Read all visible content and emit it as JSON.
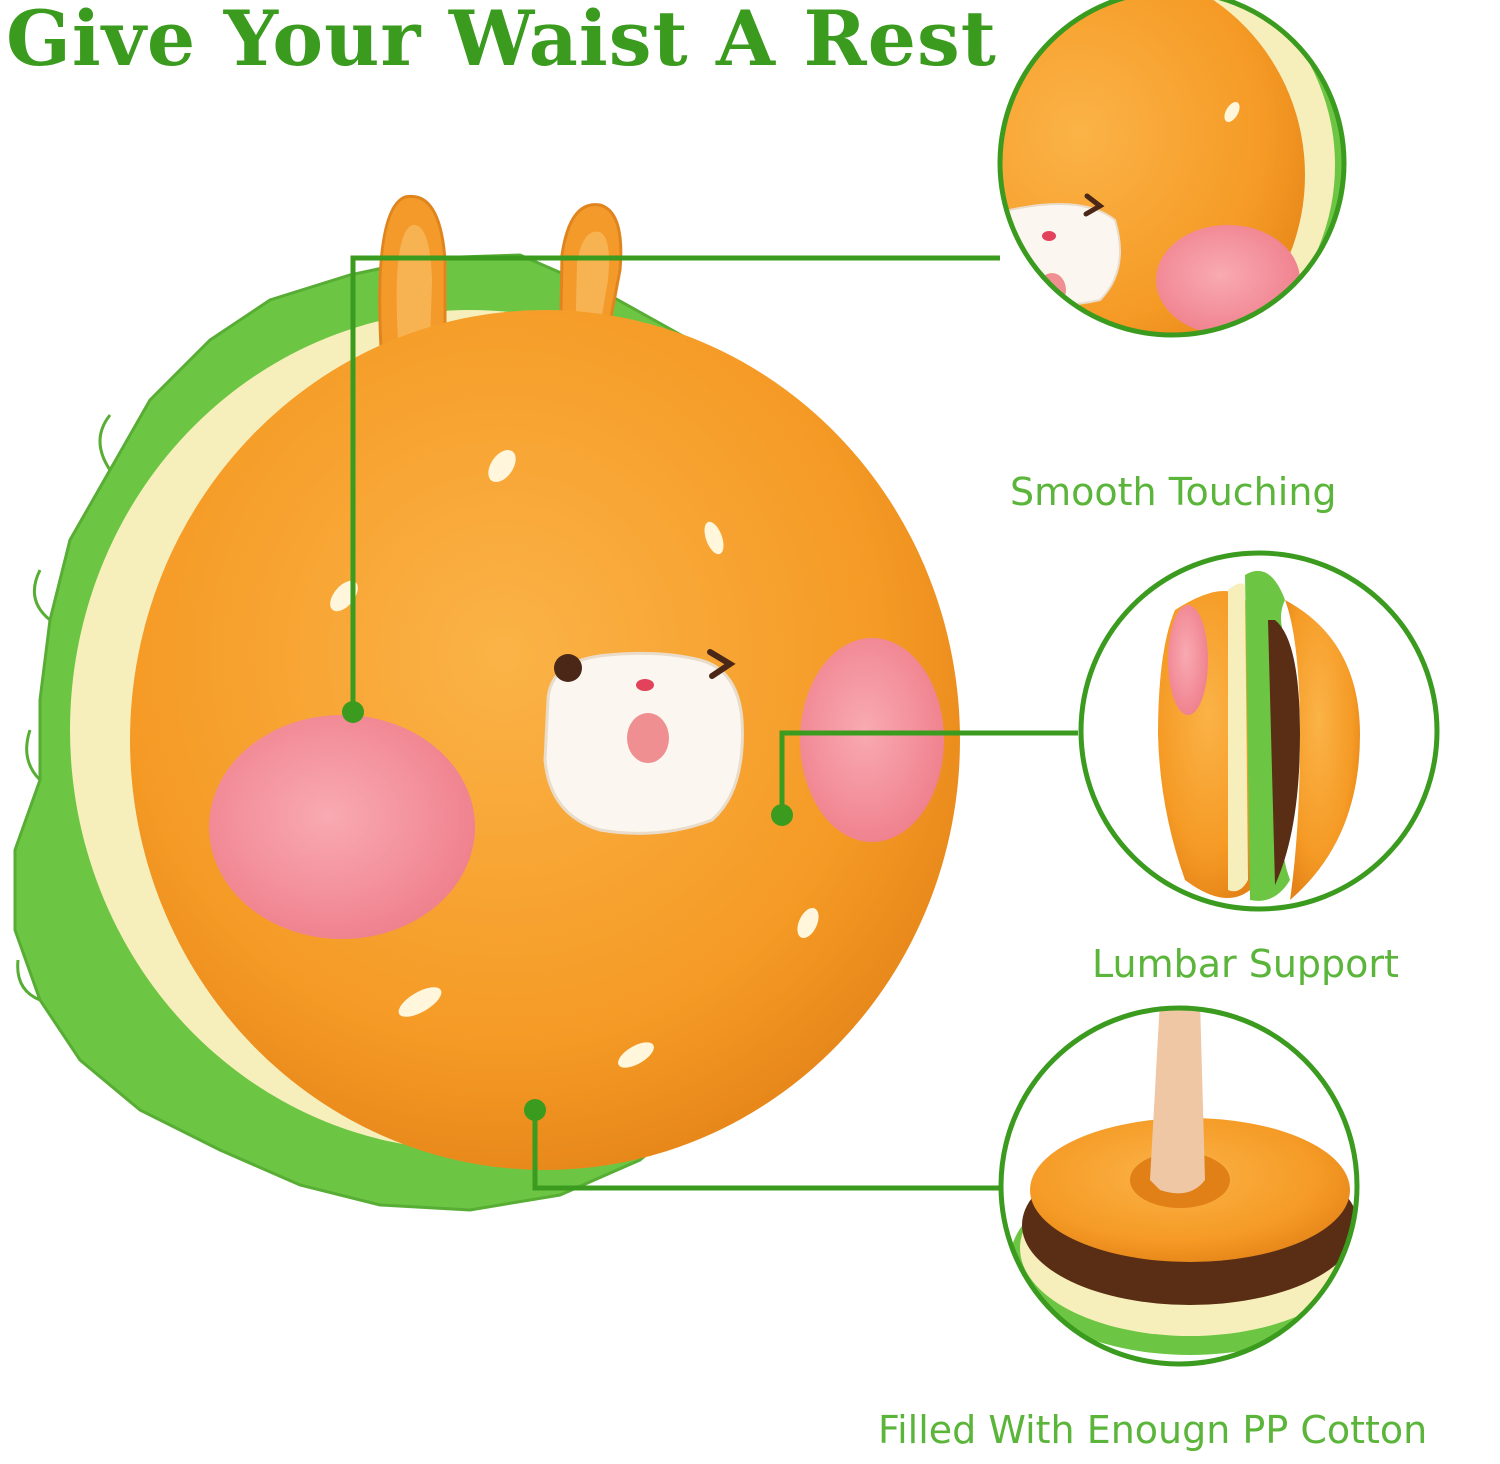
{
  "headline": "Give Your Waist A Rest",
  "features": [
    {
      "label": "Smooth Touching"
    },
    {
      "label": "Lumbar Support"
    },
    {
      "label": "Filled With Enougn PP Cotton"
    }
  ],
  "colors": {
    "accent_green": "#3a9b1f",
    "caption_green": "#5bb53a",
    "bun_orange": "#f59a25",
    "lettuce_green": "#6cc644",
    "cheek_pink": "#f58f9a"
  }
}
